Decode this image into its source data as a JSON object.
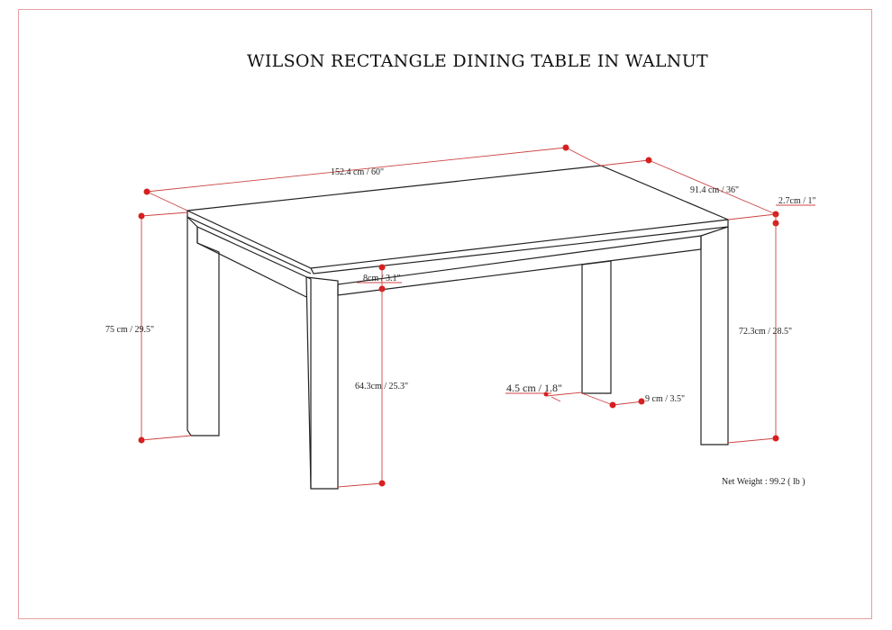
{
  "title": "WILSON RECTANGLE DINING TABLE IN WALNUT",
  "dimensions": {
    "length": "152.4 cm / 60\"",
    "depth": "91.4 cm / 36\"",
    "top_thickness": "2.7cm / 1\"",
    "overall_height": "75 cm / 29.5\"",
    "apron_height": "8cm / 3.1\"",
    "under_apron_height": "64.3cm / 25.3\"",
    "height_to_top": "72.3cm / 28.5\"",
    "leg_depth": "4.5 cm / 1.8\"",
    "leg_width": "9 cm / 3.5\""
  },
  "net_weight": "Net Weight : 99.2 ( lb )",
  "colors": {
    "frame": "#e4a0a0",
    "dimension": "#d62020",
    "outline": "#222222"
  }
}
